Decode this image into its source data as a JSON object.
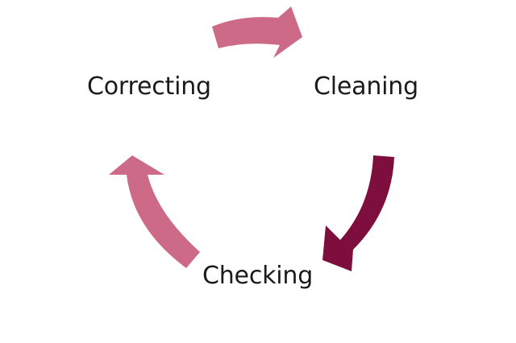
{
  "diagram": {
    "stages": [
      {
        "id": "cleaning",
        "label": "Cleaning"
      },
      {
        "id": "checking",
        "label": "Checking"
      },
      {
        "id": "correcting",
        "label": "Correcting"
      }
    ],
    "arrows": [
      {
        "from": "correcting",
        "to": "cleaning",
        "color": "#CD6A87"
      },
      {
        "from": "cleaning",
        "to": "checking",
        "color": "#7E0E3E"
      },
      {
        "from": "checking",
        "to": "correcting",
        "color": "#CD6A87"
      }
    ]
  }
}
